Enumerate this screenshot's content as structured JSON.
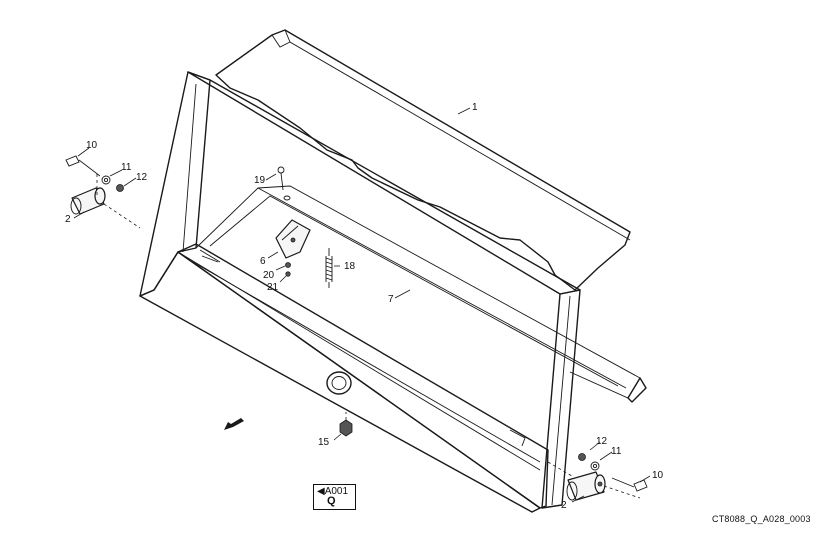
{
  "diagram": {
    "callouts": [
      {
        "id": "c1",
        "text": "1"
      },
      {
        "id": "c10a",
        "text": "10"
      },
      {
        "id": "c11a",
        "text": "11"
      },
      {
        "id": "c12a",
        "text": "12"
      },
      {
        "id": "c2a",
        "text": "2"
      },
      {
        "id": "c19",
        "text": "19"
      },
      {
        "id": "c6",
        "text": "6"
      },
      {
        "id": "c20",
        "text": "20"
      },
      {
        "id": "c21",
        "text": "21"
      },
      {
        "id": "c18",
        "text": "18"
      },
      {
        "id": "c7",
        "text": "7"
      },
      {
        "id": "c15",
        "text": "15"
      },
      {
        "id": "c12b",
        "text": "12"
      },
      {
        "id": "c11b",
        "text": "11"
      },
      {
        "id": "c10b",
        "text": "10"
      },
      {
        "id": "c2b",
        "text": "2"
      }
    ],
    "reference_box": {
      "line1": "◀A001",
      "line2": "Q"
    },
    "figure_id": "CT8088_Q_A028_0003"
  }
}
